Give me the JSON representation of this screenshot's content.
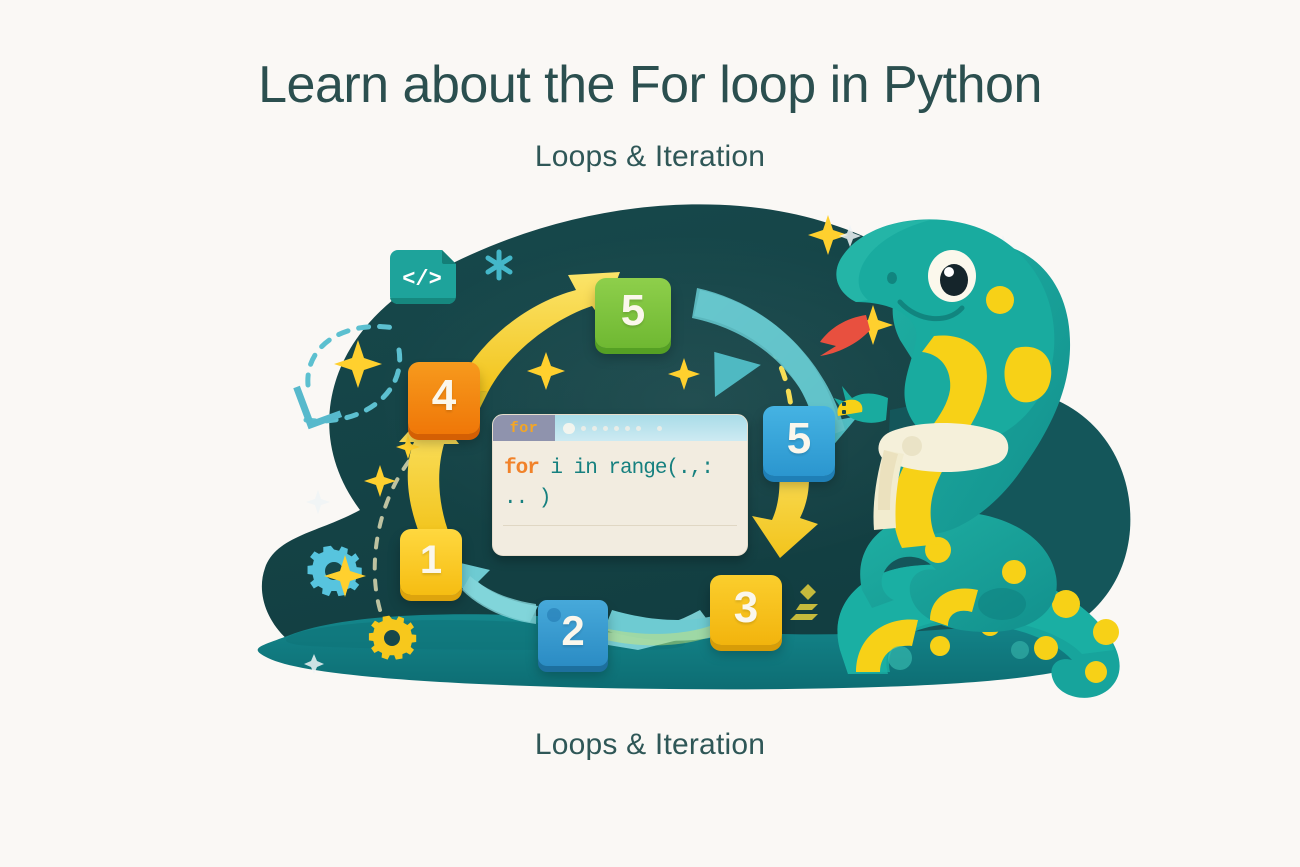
{
  "page": {
    "title": "Learn about the For loop in Python",
    "subtitle": "Loops & Iteration",
    "caption": "Loops & Iteration",
    "background_color": "#faf8f5",
    "title_color": "#2b4f4f"
  },
  "illustration": {
    "name": "python-for-loop-illustration",
    "blob_color": "#16484b",
    "ground_color": "#128287",
    "code_window": {
      "tab_label": "for",
      "line_1_keyword": "for",
      "line_1_rest": " i in range(.,:",
      "line_2": ".. )",
      "tab_bg": "#8f93ad",
      "tab_text_color": "#f5a623",
      "body_bg": "#f2ece0",
      "keyword_color": "#f1822a",
      "code_color": "#16807f"
    },
    "code_badge": {
      "glyph": "</>",
      "color": "#1ea39b"
    },
    "chips": [
      {
        "label": "1",
        "color": "#f8c620",
        "shadow": "#e0a512"
      },
      {
        "label": "2",
        "color": "#2e9fd4",
        "shadow": "#1f7fb2"
      },
      {
        "label": "3",
        "color": "#f9c41f",
        "shadow": "#e0a512"
      },
      {
        "label": "4",
        "color": "#f28412",
        "shadow": "#d9690a"
      },
      {
        "label": "5",
        "color": "#7ac143",
        "shadow": "#5fa32c"
      },
      {
        "label": "5",
        "color": "#36a8df",
        "shadow": "#2386bd"
      }
    ],
    "snake": {
      "body_color": "#17a89e",
      "body_dark": "#0f8d8a",
      "spot_color": "#f7d117",
      "belly_color": "#f7d117",
      "scarf_color": "#f4f0dc",
      "tongue_color": "#e8503f",
      "eye_color": "#1b2b2b"
    },
    "gears": [
      {
        "name": "gear-blue",
        "color": "#57c4de"
      },
      {
        "name": "gear-yellow",
        "color": "#f7c81c"
      }
    ],
    "arrows": {
      "yellow": "#f6d532",
      "cyan": "#63cdd4"
    },
    "sparkle_color": "#ffd02e"
  }
}
